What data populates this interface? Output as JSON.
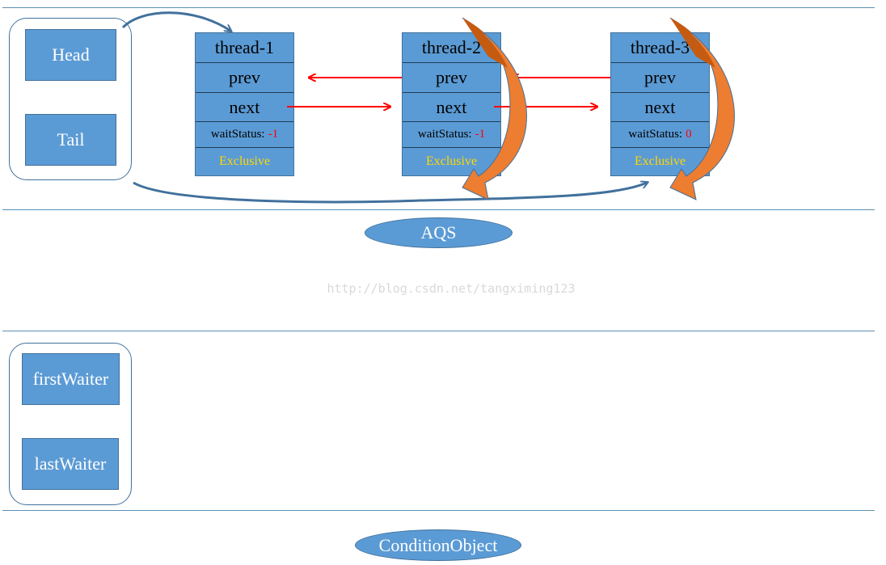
{
  "aqs": {
    "head_label": "Head",
    "tail_label": "Tail",
    "title": "AQS",
    "nodes": [
      {
        "thread": "thread-1",
        "prev": "prev",
        "next": "next",
        "wait_label": "waitStatus:",
        "wait_value": "-1",
        "mode": "Exclusive"
      },
      {
        "thread": "thread-2",
        "prev": "prev",
        "next": "next",
        "wait_label": "waitStatus:",
        "wait_value": "-1",
        "mode": "Exclusive"
      },
      {
        "thread": "thread-3",
        "prev": "prev",
        "next": "next",
        "wait_label": "waitStatus:",
        "wait_value": "0",
        "mode": "Exclusive"
      }
    ]
  },
  "condition": {
    "first_label": "firstWaiter",
    "last_label": "lastWaiter",
    "title": "ConditionObject"
  },
  "watermark": "http://blog.csdn.net/tangximing123",
  "colors": {
    "box_fill": "#5b9bd5",
    "box_border": "#41719c",
    "link_arrow": "#ff0000",
    "curve_arrow": "#41719c",
    "orange_arrow": "#ed7d31",
    "orange_arrow_dark": "#c55a11",
    "mode_text": "#ffd700"
  }
}
